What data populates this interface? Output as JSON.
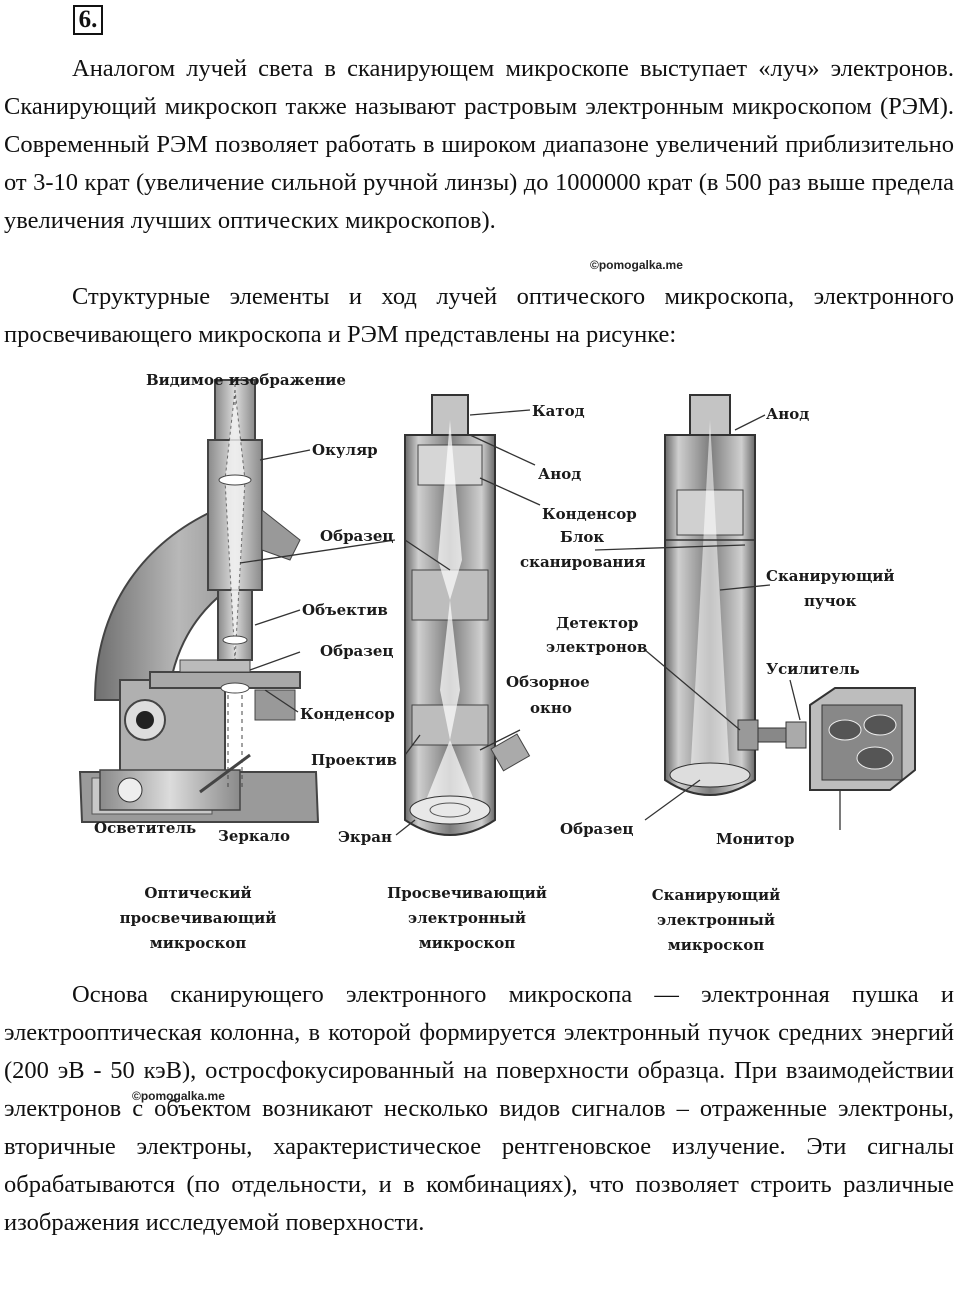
{
  "task_number": "6.",
  "paragraphs": {
    "p1": "Аналогом лучей света в сканирующем микроскопе выступает «луч» электронов. Сканирующий микроскоп также называют растровым электронным микроскопом (РЭМ). Современный РЭМ позволяет работать в широком диапазоне увеличений приблизительно от 3-10 крат (увеличение сильной ручной линзы) до 1000000 крат (в 500 раз выше предела увеличения лучших оптических микроскопов).",
    "p2": "Структурные элементы и ход лучей оптического микроскопа, электронного просвечивающего микроскопа и РЭМ представлены на рисунке:",
    "p3": "Основа сканирующего электронного микроскопа — электронная пушка и электрооптическая колонна, в которой формируется электронный пучок средних энергий (200 эВ - 50 кэВ), остросфокусированный на поверхности образца. При взаимодействии электронов с объектом возникают несколько видов сигналов – отраженные электроны, вторичные электроны, характеристическое рентгеновское излучение. Эти сигналы обрабатываются (по отдельности, и в комбинациях), что позволяет строить различные изображения исследуемой поверхности."
  },
  "watermark": "©pomogalka.me",
  "figure": {
    "optical": {
      "labels": {
        "visible_image": "Видимое изображение",
        "eyepiece": "Окуляр",
        "sample_top": "Образец",
        "objective": "Объектив",
        "sample": "Образец",
        "condenser": "Конденсор",
        "illuminator": "Осветитель",
        "mirror": "Зеркало"
      },
      "caption": [
        "Оптический",
        "просвечивающий",
        "микроскоп"
      ]
    },
    "tem": {
      "labels": {
        "cathode": "Катод",
        "anode": "Анод",
        "condenser": "Конденсор",
        "projective": "Проектив",
        "screen": "Экран",
        "view_window_1": "Обзорное",
        "view_window_2": "окно"
      },
      "caption": [
        "Просвечивающий",
        "электронный",
        "микроскоп"
      ]
    },
    "sem": {
      "labels": {
        "anode": "Анод",
        "scan_block_1": "Блок",
        "scan_block_2": "сканирования",
        "scan_beam_1": "Сканирующий",
        "scan_beam_2": "пучок",
        "detector_1": "Детектор",
        "detector_2": "электронов",
        "amplifier": "Усилитель",
        "sample": "Образец",
        "monitor": "Монитор"
      },
      "caption": [
        "Сканирующий",
        "электронный",
        "микроскоп"
      ]
    }
  }
}
